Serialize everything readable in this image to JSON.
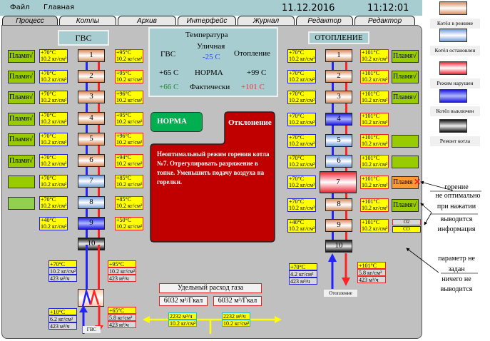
{
  "menubar": {
    "file": "Файл",
    "home": "Главная",
    "date": "11.12.2016",
    "time": "11:12:01"
  },
  "tabs": [
    "Процесс",
    "Котлы",
    "Архив",
    "Интерфейс",
    "Журнал",
    "Редактор",
    "Редактор"
  ],
  "gvs": {
    "title": "ГВС",
    "rows": [
      {
        "num": "1",
        "state": "orange",
        "flame": "Пламя√",
        "in_t": "+70°C",
        "in_p": "10.2 кг/см²",
        "out_t": "+95°C",
        "out_p": "10.2 кг/см²"
      },
      {
        "num": "2",
        "state": "orange",
        "flame": "Пламя√",
        "in_t": "+70°C",
        "in_p": "10.2 кг/см²",
        "out_t": "+95°C",
        "out_p": "10.2 кг/см²"
      },
      {
        "num": "3",
        "state": "orange",
        "flame": "Пламя√",
        "in_t": "+70°C",
        "in_p": "10.2 кг/см²",
        "out_t": "+96°C",
        "out_p": "10.2 кг/см²"
      },
      {
        "num": "4",
        "state": "orange",
        "flame": "Пламя√",
        "in_t": "+70°C",
        "in_p": "10.2 кг/см²",
        "out_t": "+95°C",
        "out_p": "10.2 кг/см²"
      },
      {
        "num": "5",
        "state": "orange",
        "flame": "Пламя√",
        "in_t": "+70°C",
        "in_p": "10.2 кг/см²",
        "out_t": "+96°C",
        "out_p": "10.2 кг/см²"
      },
      {
        "num": "6",
        "state": "orange",
        "flame": "Пламя√",
        "in_t": "+70°C",
        "in_p": "10.2 кг/см²",
        "out_t": "+94°C",
        "out_p": "10.2 кг/см²"
      },
      {
        "num": "7",
        "state": "lightblue",
        "flame": "",
        "in_t": "+70°C",
        "in_p": "10.2 кг/см²",
        "out_t": "+85°C",
        "out_p": "10.2 кг/см²"
      },
      {
        "num": "8",
        "state": "lightblue",
        "flame": "",
        "flame_light": true,
        "in_t": "+70°C",
        "in_p": "10.2 кг/см²",
        "out_t": "+85°C",
        "out_p": "10.2 кг/см²"
      },
      {
        "num": "9",
        "state": "blue",
        "flame": null,
        "in_t": "+40°C",
        "in_p": "10.2 кг/см²",
        "out_t": "+50°C",
        "out_p": "10.2 кг/см²"
      },
      {
        "num": "10",
        "state": "black"
      }
    ],
    "return_in": {
      "t": "+70°C",
      "p": "10.2 кг/см²",
      "f": "423 м³/ч"
    },
    "supply_out": {
      "t": "+95°C",
      "p": "10.2 кг/см²",
      "f": "423 м³/ч"
    },
    "cold_in": {
      "t": "+10°C",
      "p": "6.2 кг/см²",
      "f": "423 м³/ч"
    },
    "hot_out": {
      "t": "+65°C",
      "p": "5.8 кг/см²",
      "f": "423 м³/ч"
    },
    "label": "ГВС"
  },
  "heating": {
    "title": "ОТОПЛЕНИЕ",
    "rows": [
      {
        "num": "1",
        "state": "orange",
        "flame": "Пламя√",
        "in_t": "+70°C",
        "in_p": "10.2 кг/см²",
        "out_t": "+101°C",
        "out_p": "10.2 кг/см²"
      },
      {
        "num": "2",
        "state": "orange",
        "flame": "Пламя√",
        "in_t": "+70°C",
        "in_p": "10.2 кг/см²",
        "out_t": "+101°C",
        "out_p": "10.2 кг/см²"
      },
      {
        "num": "3",
        "state": "orange",
        "flame": "Пламя√",
        "in_t": "+70°C",
        "in_p": "10.2 кг/см²",
        "out_t": "+101°C",
        "out_p": "10.2 кг/см²"
      },
      {
        "num": "4",
        "state": "blue",
        "flame": null,
        "in_t": "+70°C",
        "in_p": "10.2 кг/см²",
        "out_t": "+101°C",
        "out_p": "10.2 кг/см²"
      },
      {
        "num": "5",
        "state": "lightblue",
        "flame": "",
        "in_t": "+70°C",
        "in_p": "10.2 кг/см²",
        "out_t": "+101°C",
        "out_p": "10.2 кг/см²"
      },
      {
        "num": "6",
        "state": "lightblue",
        "flame": "",
        "in_t": "+70°C",
        "in_p": "10.2 кг/см²",
        "out_t": "+101°C",
        "out_p": "10.2 кг/см²"
      },
      {
        "num": "7",
        "state": "red",
        "flame": "Пламя",
        "flame_bad": true,
        "in_t": "+70°C",
        "in_p": "10.2 кг/см²",
        "out_t": "+101°C",
        "out_p": "10.2 кг/см²"
      },
      {
        "num": "8",
        "state": "orange",
        "flame": "Пламя√",
        "in_t": "+70°C",
        "in_p": "10.2 кг/см²",
        "out_t": "+101°C",
        "out_p": "10.2 кг/см²"
      },
      {
        "num": "9",
        "state": "orange",
        "flame": "o2co",
        "in_t": "+40°C",
        "in_p": "10.2 кг/см²",
        "out_t": "+101°C",
        "out_p": "10.2 кг/см²"
      },
      {
        "num": "10",
        "state": "black"
      }
    ],
    "return_in": {
      "t": "+70°C",
      "p": "4.2 кг/см²",
      "f": "423 м³/ч"
    },
    "supply_out": {
      "t": "+101°C",
      "p": "5.8 кг/см²",
      "f": "423 м³/ч"
    },
    "label": "Отопление",
    "o2": "O2",
    "co": "CO"
  },
  "temperature": {
    "title": "Температура",
    "gvs_label": "ГВС",
    "outdoor_label": "Уличная",
    "outdoor_value": "-25 C",
    "heating_label": "Отопление",
    "gvs_norm": "+65 C",
    "norm_label": "НОРМА",
    "heating_norm": "+99 C",
    "gvs_actual": "+66 C",
    "actual_label": "Фактически",
    "heating_actual": "+101 C"
  },
  "status": {
    "norm_tab": "НОРМА",
    "deviation_tab": "Отклонение",
    "message": "Неоптимальный режим горения котла №7. Отрегулировать разряжение в топке. Уменьшить подачу воздуха на горелки."
  },
  "gas": {
    "title": "Удельный расход газа",
    "value1": "6032 м³/Гкал",
    "value2": "6032 м³/Гкал",
    "flow_left": {
      "f": "2232 м³/ч",
      "p": "10.2 кг/см²"
    },
    "flow_right": {
      "f": "2232 м³/ч",
      "p": "10.2 кг/см²"
    }
  },
  "legend": [
    {
      "state": "orange",
      "label": "Котёл в режиме"
    },
    {
      "state": "lightblue",
      "label": "Котёл остановлен"
    },
    {
      "state": "red",
      "label": "Режим нарушен"
    },
    {
      "state": "blue",
      "label": "Котёл выключен"
    },
    {
      "state": "black",
      "label": "Ремонт котла"
    }
  ],
  "notes": {
    "combustion_1": "горение",
    "combustion_2": "не оптимально",
    "click_1": "при нажатии",
    "click_2": "выводится",
    "click_3": "информация",
    "notset_1": "параметр не",
    "notset_2": "задан",
    "notset_3": "ничего не",
    "notset_4": "выводится"
  }
}
